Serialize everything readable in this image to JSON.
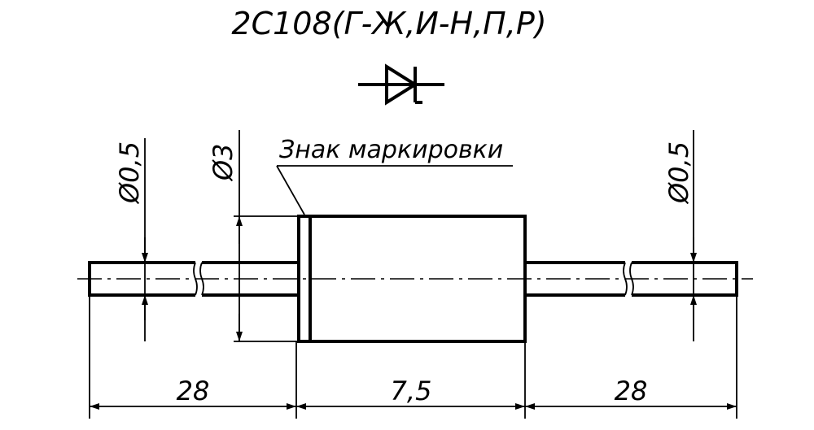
{
  "title": "2С108(Г-Ж,И-Н,П,Р)",
  "marking_label": "Знак маркировки",
  "dimensions": {
    "lead_diameter_left": "Ø0,5",
    "body_diameter": "Ø3",
    "lead_diameter_right": "Ø0,5",
    "lead_length_left": "28",
    "body_length": "7,5",
    "lead_length_right": "28"
  },
  "symbol": "zener-diode-icon"
}
